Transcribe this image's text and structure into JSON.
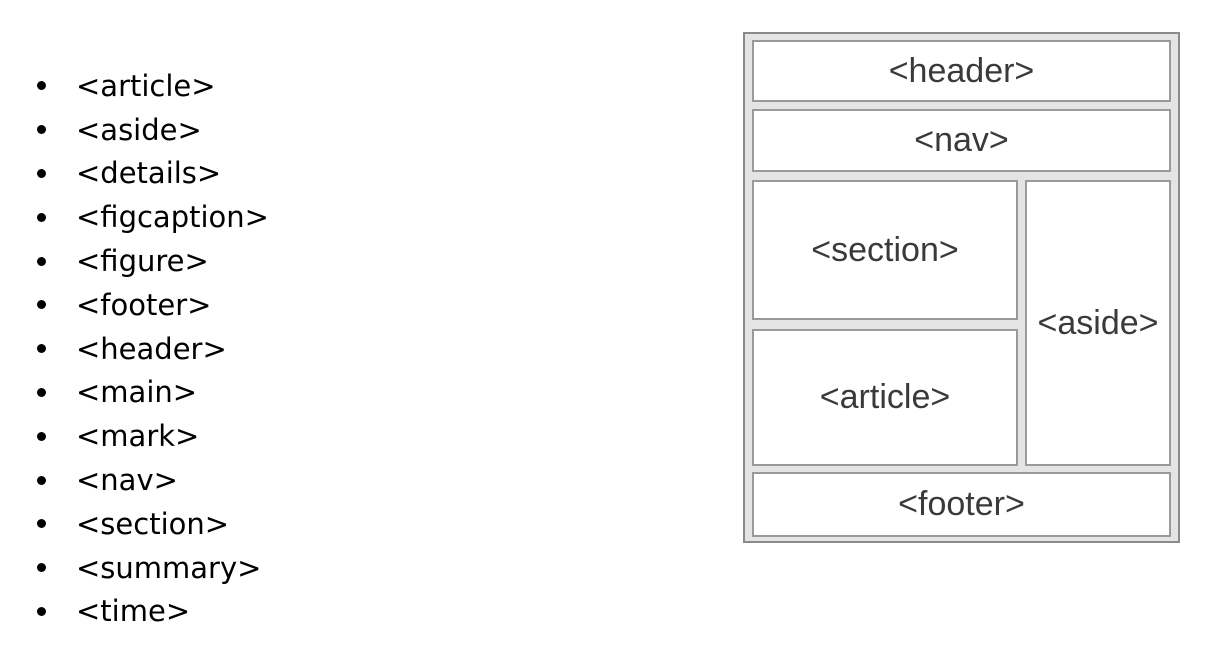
{
  "list": {
    "items": [
      "<article>",
      "<aside>",
      "<details>",
      "<figcaption>",
      "<figure>",
      "<footer>",
      "<header>",
      "<main>",
      "<mark>",
      "<nav>",
      "<section>",
      "<summary>",
      "<time>"
    ]
  },
  "diagram": {
    "header_label": "<header>",
    "nav_label": "<nav>",
    "section_label": "<section>",
    "article_label": "<article>",
    "aside_label": "<aside>",
    "footer_label": "<footer>"
  },
  "colors": {
    "page_bg": "#ffffff",
    "list_text": "#000000",
    "diagram_bg": "#e4e4e4",
    "diagram_outer_border": "#8a8a8a",
    "diagram_box_border": "#9a9a9a",
    "diagram_box_bg": "#ffffff",
    "diagram_text": "#3a3a3a"
  }
}
